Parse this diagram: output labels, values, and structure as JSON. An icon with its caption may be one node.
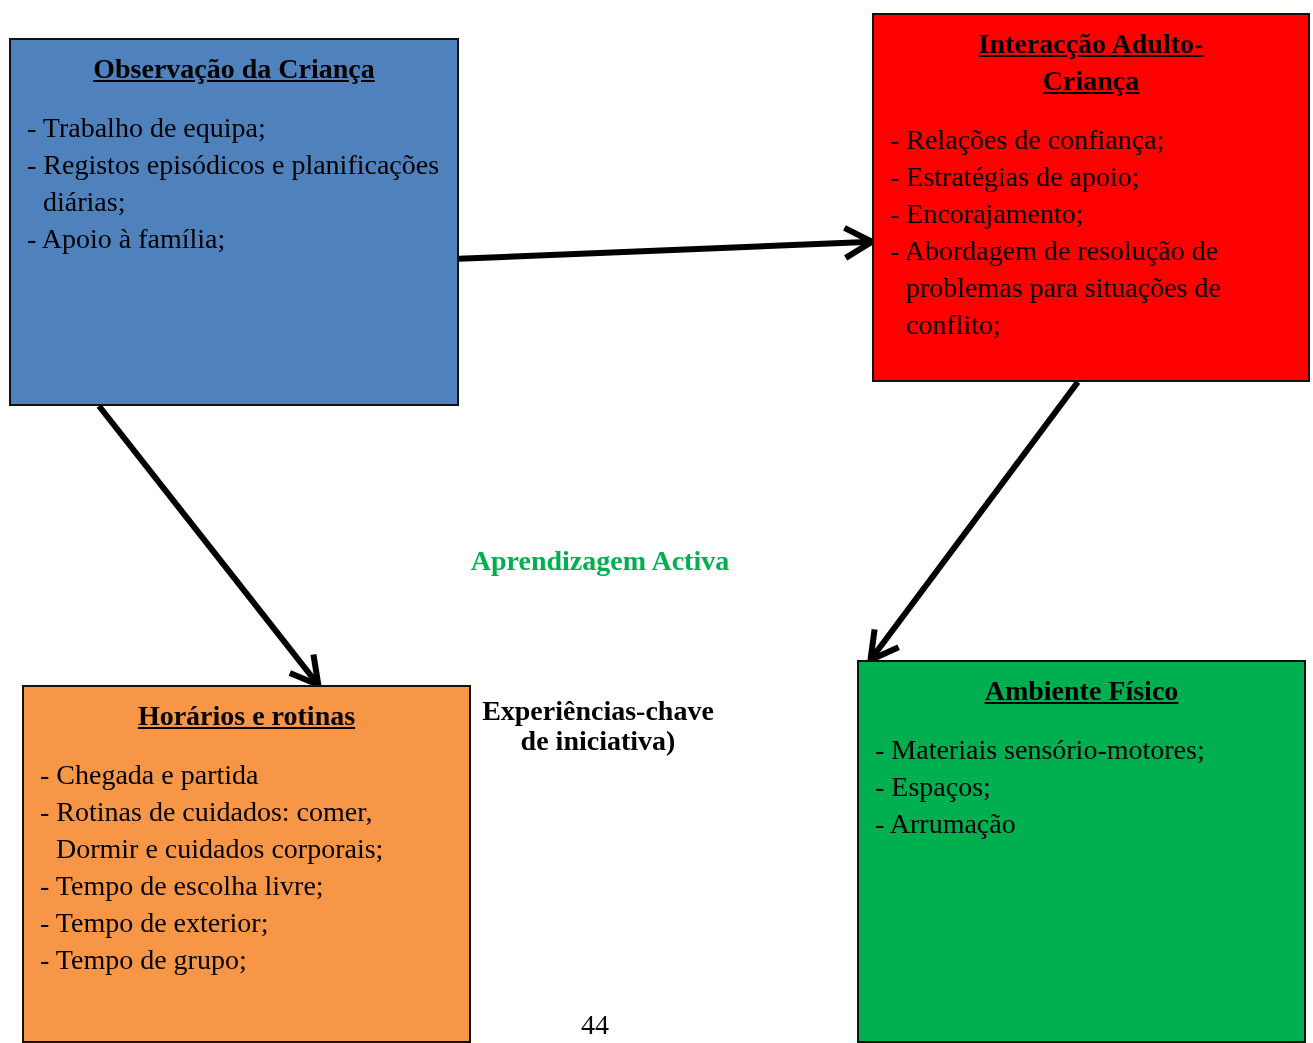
{
  "diagram": {
    "nodes": [
      {
        "text": [
          "Observação da Criança",
          "- Trabalho de equipa;",
          "- Registos episódicos e planificações diárias;",
          "- Apoio à família;"
        ]
      },
      {
        "text": [
          "Interacção Adulto-Criança",
          "- Relações de confiança;",
          "- Estratégias de apoio;",
          "- Encorajamento;",
          "- Abordagem de resolução de problemas para situações de conflito;"
        ]
      },
      {
        "text": [
          "Horários e rotinas",
          "- Chegada e partida",
          "- Rotinas de cuidados: comer, Dormir e cuidados corporais;",
          "- Tempo de escolha livre;",
          "- Tempo de exterior;",
          "- Tempo de grupo;"
        ]
      },
      {
        "text": [
          "Ambiente Físico",
          "- Materiais sensório-motores;",
          "- Espaços;",
          "- Arrumação"
        ]
      }
    ],
    "edges": [
      {
        "from": 0,
        "to": 1,
        "arrow": "to"
      },
      {
        "from": 0,
        "to": 2,
        "arrow": "to"
      },
      {
        "from": 1,
        "to": 3,
        "arrow": "to"
      }
    ],
    "labels": [
      "Aprendizagem Activa",
      "Experiências-chave de iniciativa)",
      "44"
    ]
  }
}
